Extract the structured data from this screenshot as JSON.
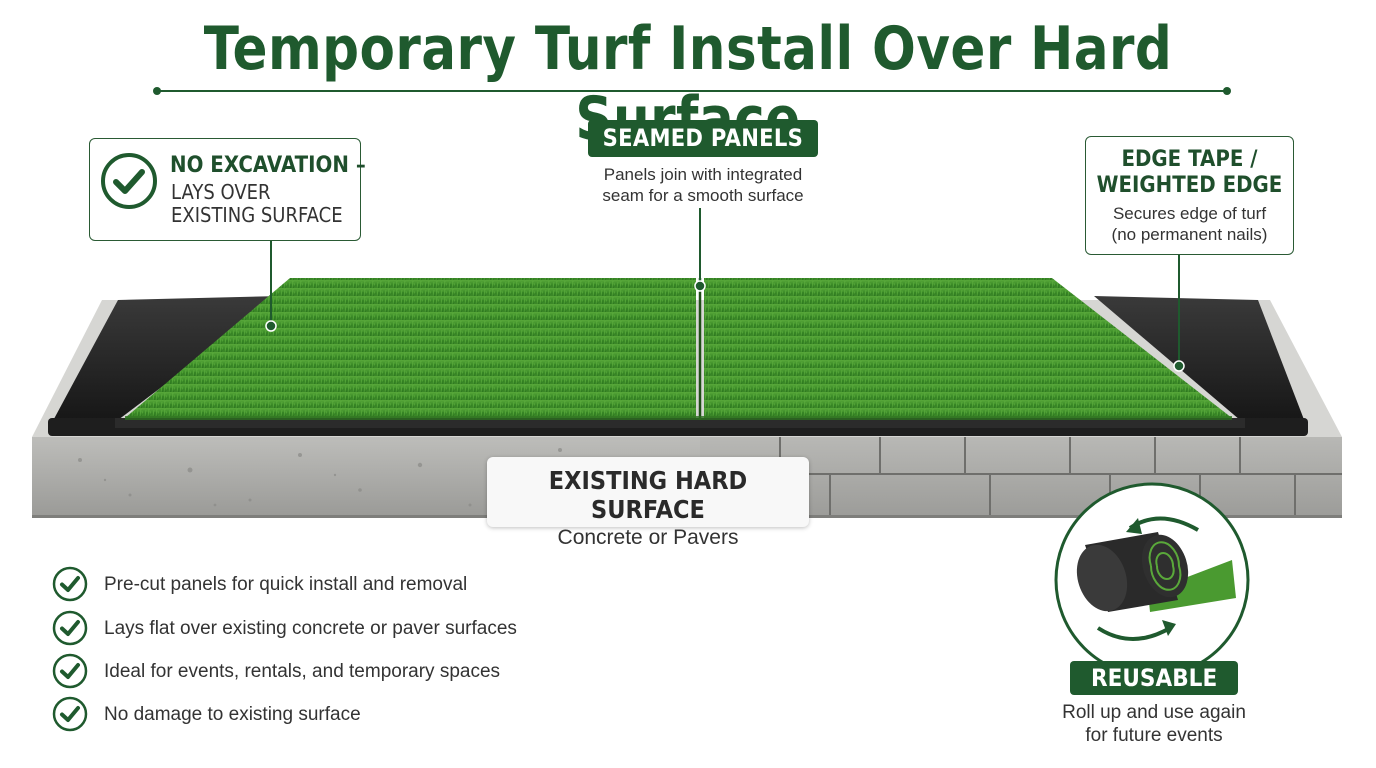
{
  "title": "Temporary Turf Install Over Hard Surface",
  "callouts": {
    "no_excavation": {
      "head": "NO EXCAVATION –",
      "line1": "LAYS OVER",
      "line2": "EXISTING SURFACE",
      "icon": "check-circle-icon"
    },
    "seamed_panels": {
      "head": "SEAMED PANELS",
      "line1": "Panels join with integrated",
      "line2": "seam for a smooth surface"
    },
    "edge_tape": {
      "head1": "EDGE TAPE /",
      "head2": "WEIGHTED EDGE",
      "line1": "Secures edge of turf",
      "line2": "(no permanent nails)"
    },
    "hard_surface": {
      "head": "EXISTING HARD SURFACE",
      "sub": "Concrete or Pavers"
    },
    "reusable": {
      "head": "REUSABLE",
      "line1": "Roll up and use again",
      "line2": "for future events",
      "icon": "rolled-turf-icon"
    }
  },
  "benefits": [
    "Pre-cut panels for quick install and removal",
    "Lays flat over existing concrete or paver surfaces",
    "Ideal for events, rentals, and temporary spaces",
    "No damage to existing surface"
  ],
  "colors": {
    "brand_green": "#1f5a2e",
    "turf_green": "#3f8f2a",
    "concrete": "#a9a9a6",
    "edge_black": "#1e1e1e"
  }
}
